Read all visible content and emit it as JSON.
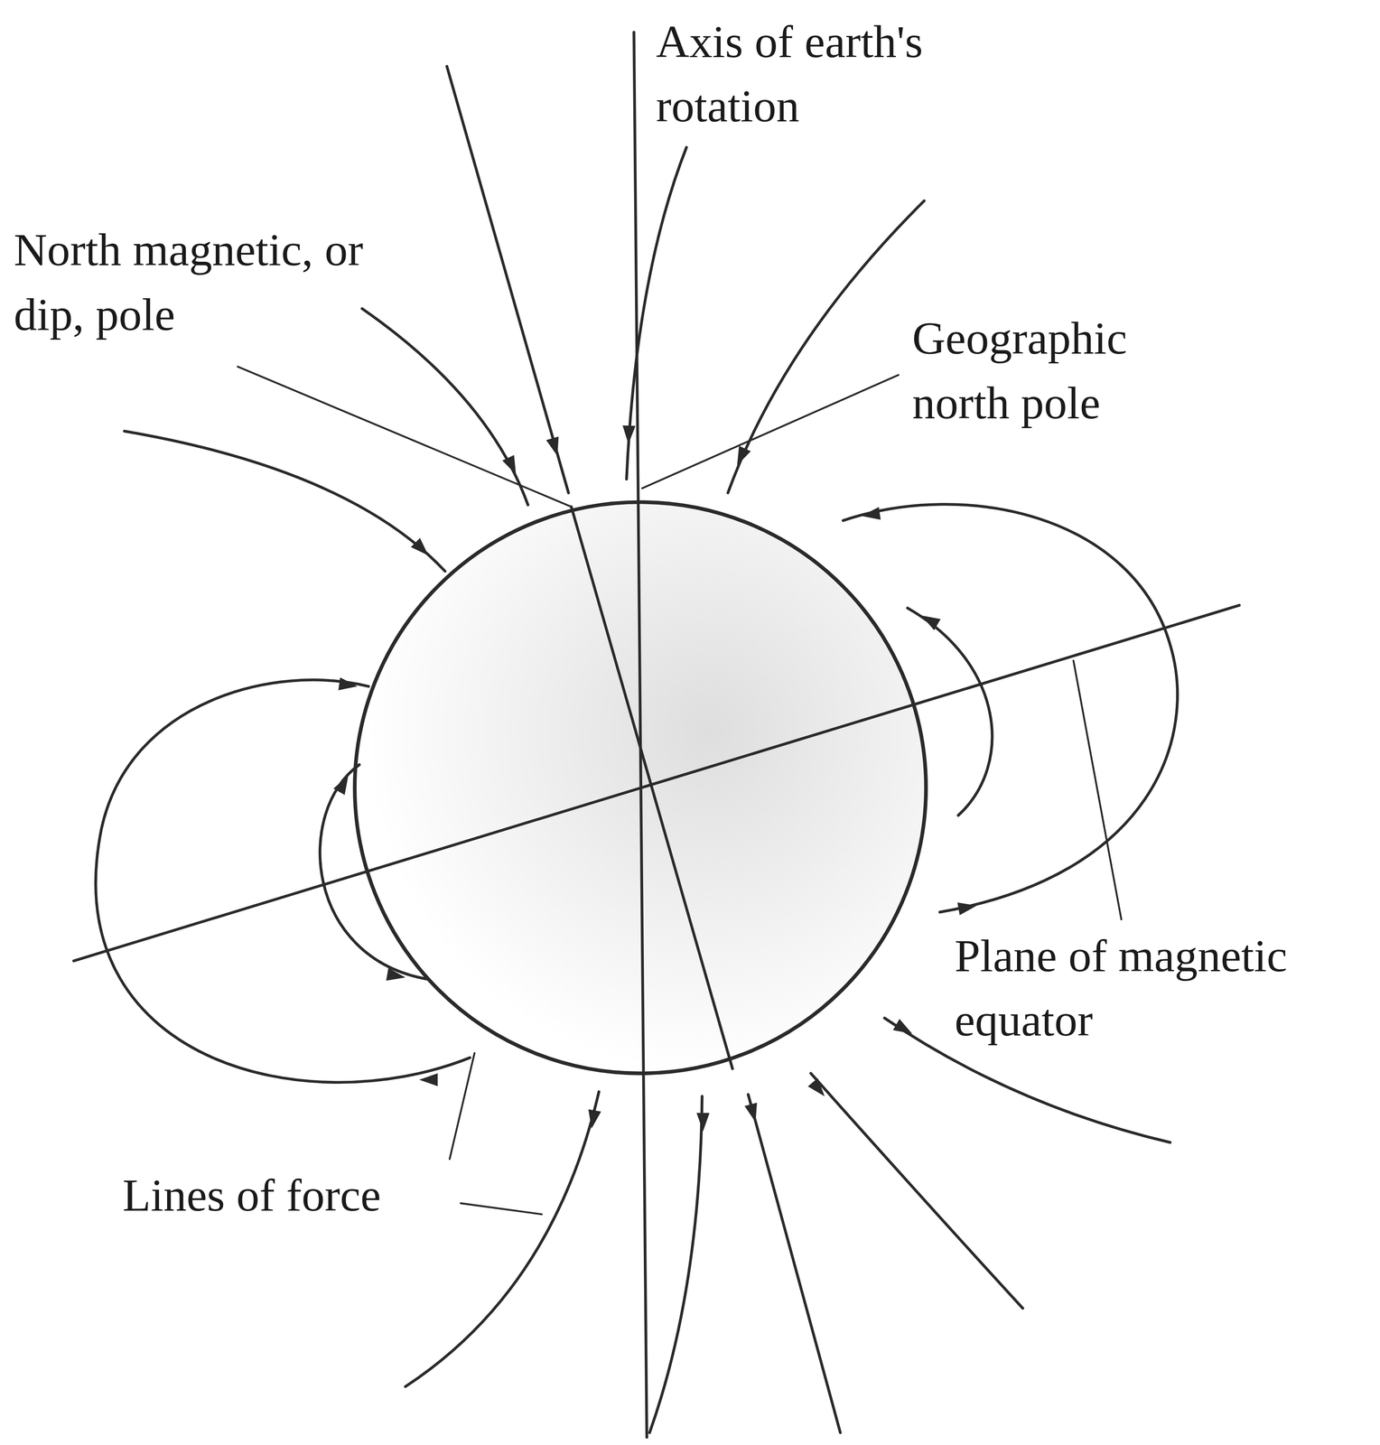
{
  "diagram": {
    "labels": [
      "Axis of earth's rotation",
      "North magnetic, or dip, pole",
      "Geographic north pole",
      "Plane of magnetic equator",
      "Lines of force"
    ]
  }
}
